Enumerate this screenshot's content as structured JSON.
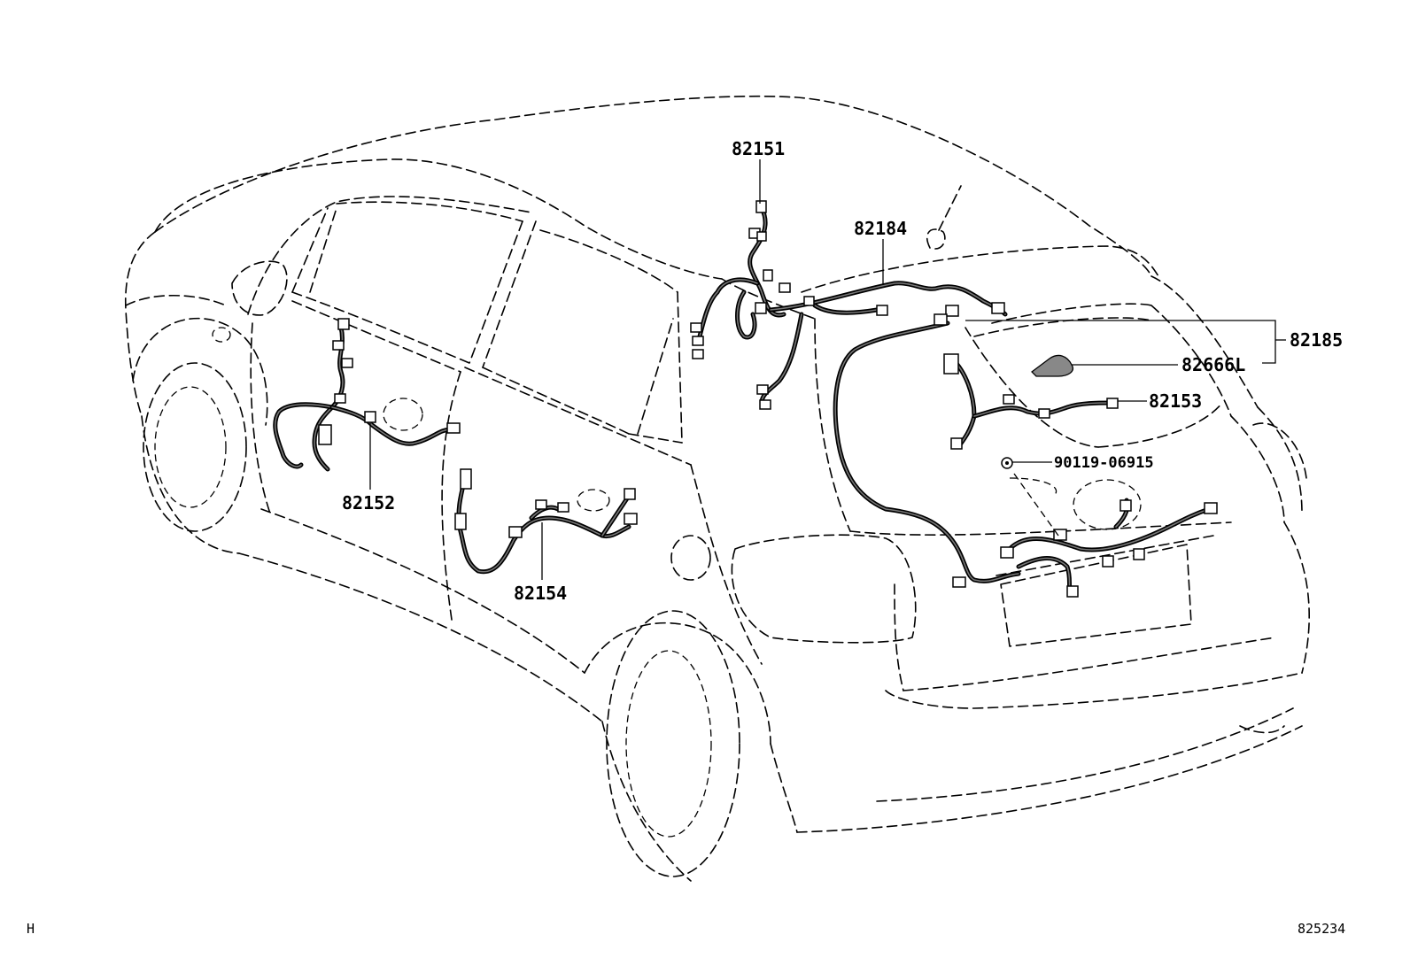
{
  "parts": {
    "p82151": "82151",
    "p82184": "82184",
    "p82185": "82185",
    "p82666L": "82666L",
    "p82153": "82153",
    "p90119": "90119-06915",
    "p82152": "82152",
    "p82154": "82154"
  },
  "footer": {
    "left_code": "H",
    "right_code": "825234"
  }
}
